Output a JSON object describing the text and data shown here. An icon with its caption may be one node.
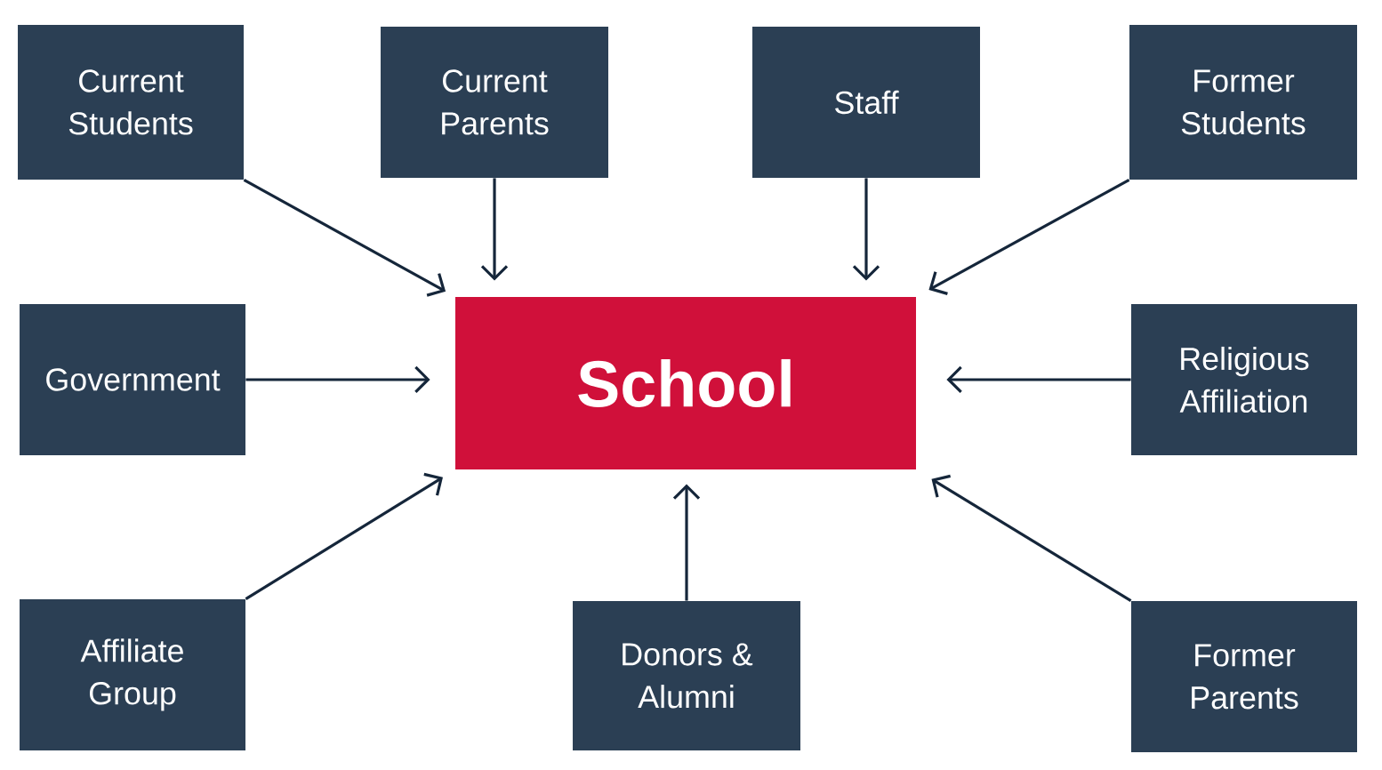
{
  "diagram": {
    "nodes": [
      {
        "text": [
          "Current Students"
        ]
      },
      {
        "text": [
          "Current Parents"
        ]
      },
      {
        "text": [
          "Staff"
        ]
      },
      {
        "text": [
          "Former Students"
        ]
      },
      {
        "text": [
          "Government"
        ]
      },
      {
        "text": [
          "School"
        ]
      },
      {
        "text": [
          "Religious Affiliation"
        ]
      },
      {
        "text": [
          "Affiliate Group"
        ]
      },
      {
        "text": [
          "Donors & Alumni"
        ]
      },
      {
        "text": [
          "Former Parents"
        ]
      }
    ],
    "edges": [
      {
        "from": 0,
        "to": 5,
        "arrow": "to"
      },
      {
        "from": 1,
        "to": 5,
        "arrow": "to"
      },
      {
        "from": 2,
        "to": 5,
        "arrow": "to"
      },
      {
        "from": 3,
        "to": 5,
        "arrow": "to"
      },
      {
        "from": 4,
        "to": 5,
        "arrow": "to"
      },
      {
        "from": 6,
        "to": 5,
        "arrow": "to"
      },
      {
        "from": 7,
        "to": 5,
        "arrow": "to"
      },
      {
        "from": 8,
        "to": 5,
        "arrow": "to"
      },
      {
        "from": 9,
        "to": 5,
        "arrow": "to"
      }
    ]
  }
}
